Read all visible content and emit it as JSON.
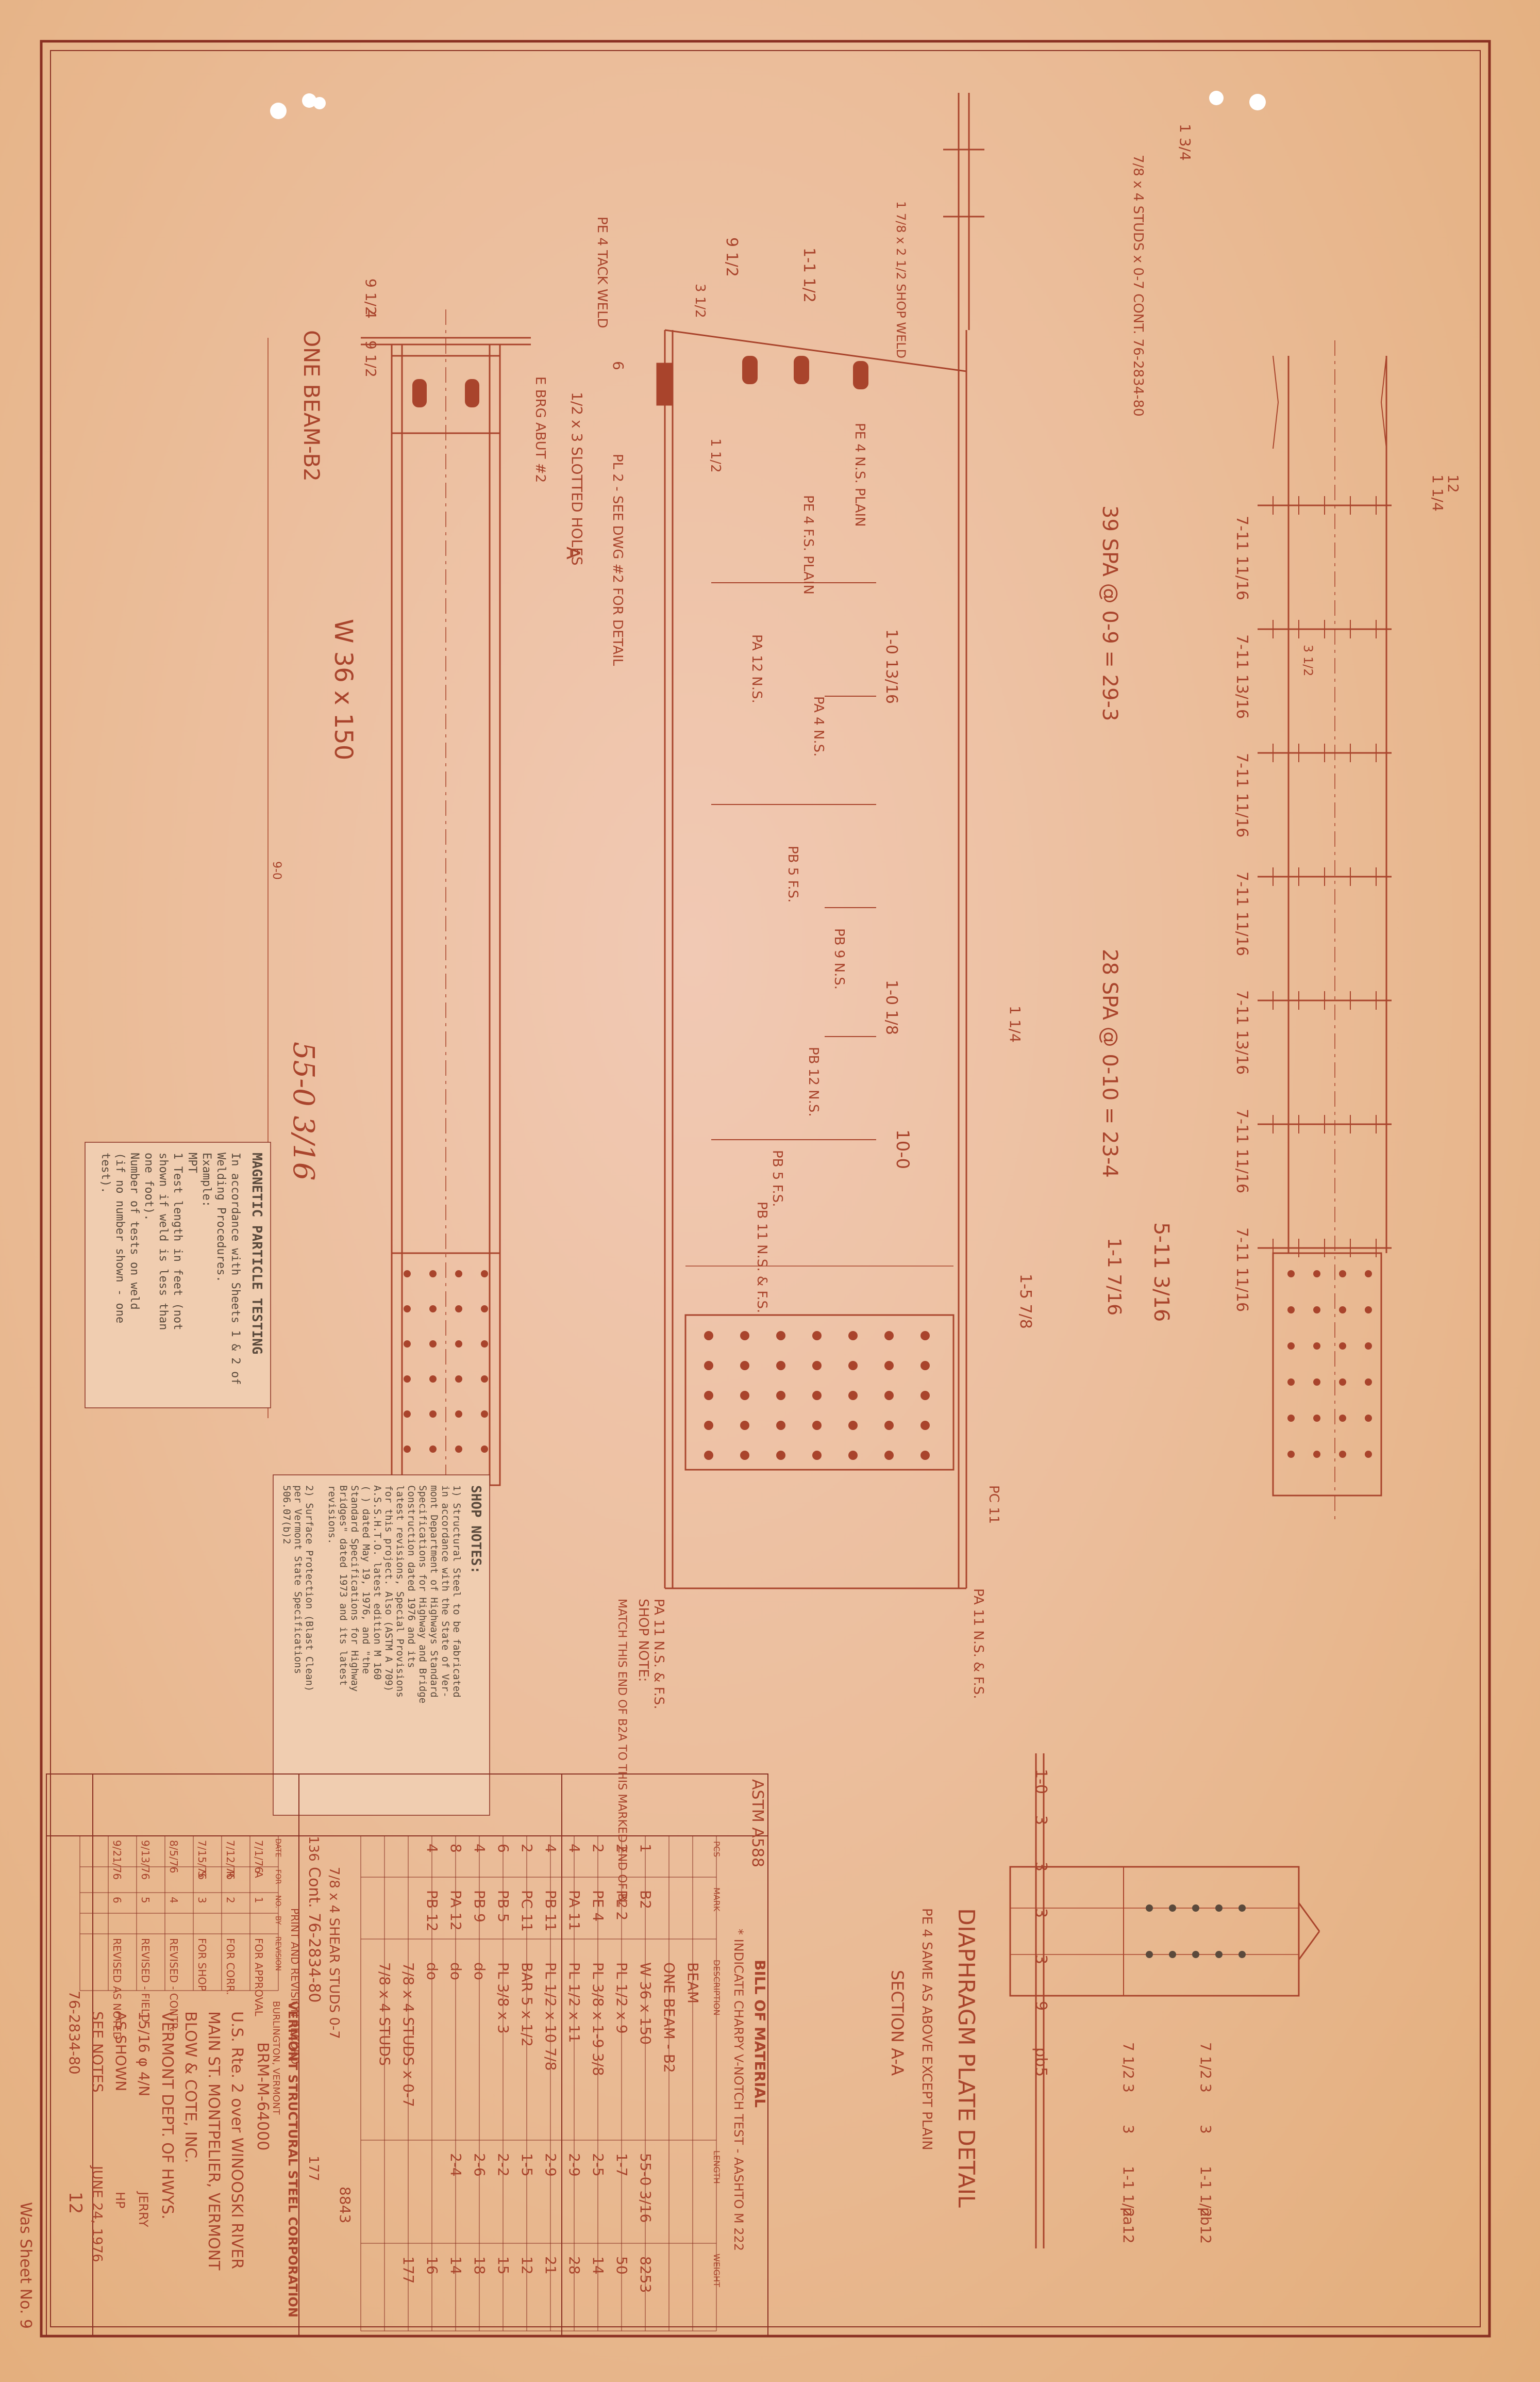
{
  "drawing": {
    "member": "ONE BEAM-B2",
    "section": "W 36 x 150",
    "overall_length": "55-0 3/16",
    "top_dims": [
      "9 1/2",
      "4",
      "9 1/2"
    ],
    "chunk_left": "1/2 x 3 SLOTTED HOLES",
    "dim_left": [
      "6",
      "1 3/4"
    ],
    "brg_note": "E BRG ABUT #2",
    "pl2_note": "PL 2 - SEE DWG #2 FOR DETAIL",
    "tack_weld": "PE 4 TACK WELD",
    "stud_note": "7/8 x 4 STUDS x 0-7 CONT. 76-2834-80",
    "stud_note2": "1 7/8 x 2 1/2 SHOP WELD",
    "dim_9half": "9 1/2",
    "dim_1_1half": "1-1 1/2",
    "dim_3half": "3 1/2",
    "dim_1half": "1 1/2",
    "pe4_ns": "PE 4 N.S. PLAIN",
    "pe4_fs": "PE 4 F.S. PLAIN",
    "section_a": "A",
    "spaces1": "39 SPA @ 0-9 = 29-3",
    "spaces2": "28 SPA @ 0-10 = 23-4",
    "dim_1_0_13": "1-0 13/16",
    "dim_1_0_18": "1-0 1/8",
    "dim_10_0": "10-0",
    "dim_1_1_7": "1-1 7/16",
    "dim_5_11": "5-11 3/16",
    "dim_1_5": "1-5 7/8",
    "dim_1_1_14": "1 1/4",
    "pa12_ns": "PA 12 N.S.",
    "pa4_ns": "PA 4 N.S.",
    "pb5_fs": "PB 5 F.S.",
    "pb9_ns": "PB 9 N.S.",
    "pb12_ns": "PB 12 N.S.",
    "pb5_ns": "PB 5 F.S.",
    "pb11": "PB 11 N.S. & F.S.",
    "pc11": "PC 11",
    "pa11": "PA 11 N.S. & F.S.",
    "pa11b": "PA 11 N.S. & F.S.",
    "panel_dims": [
      "7-11 11/16",
      "7-11 13/16",
      "7-11 11/16",
      "7-11 11/16",
      "7-11 13/16",
      "7-11 11/16",
      "7-11 11/16"
    ],
    "stiff_dim": "3 1/2",
    "shop_note_title": "SHOP NOTE:",
    "shop_note": "MATCH THIS END OF B2A TO THIS MARKED END OF B2",
    "diaphragm_title": "DIAPHRAGM PLATE DETAIL",
    "diaphragm_sub": "PE 4 SAME AS ABOVE EXCEPT PLAIN",
    "section_aa": "SECTION A-A",
    "diaphragm_dims": [
      "1-0",
      "3",
      "3",
      "3",
      "3",
      "9",
      "pb5"
    ],
    "diaphragm_dims2": [
      "7 1/2",
      "3",
      "3",
      "1-1 1/2",
      "pa12"
    ],
    "diaphragm_dims3": [
      "7 1/2",
      "3",
      "3",
      "1-1 1/2",
      "pb12"
    ],
    "scale_note": "9-0",
    "pen_notes": [
      "1 1/4",
      "12"
    ]
  },
  "mpt": {
    "title": "MAGNETIC PARTICLE TESTING",
    "lines": [
      "In accordance with Sheets 1 & 2 of",
      "Welding Procedures.",
      "Example:",
      "  MPT",
      "     1   Test length in feet (not",
      "        shown if weld is less than",
      "        one foot).",
      "   Number of tests on weld",
      "   (if no number shown - one",
      "   test)."
    ]
  },
  "shopnotes": {
    "title": "SHOP NOTES:",
    "lines": [
      "1) Structural Steel to be fabricated",
      "in accordance with the State of Ver-",
      "mont Department of Highways Standard",
      "Specifications for Highway and Bridge",
      "Construction dated 1976 and its",
      "latest revisions, Special Provisions",
      "for this project. Also (ASTM A 709)",
      "A.S.S.H.T.O. latest edition M 160",
      "( ) dated May 19, 1976, and \"the",
      "Standard Specifications for Highway",
      "Bridges\" dated 1973 and its latest",
      "revisions.",
      "",
      "2) Surface Protection (Blast Clean)",
      "per Vermont State Specifications",
      "506.07(b)2"
    ]
  },
  "bom": {
    "title": "BILL OF MATERIAL",
    "note": "* INDICATE CHARPY V-NOTCH TEST - AASHTO M 222",
    "astm": "ASTM A588",
    "headers": [
      "PCS",
      "MARK",
      "DESCRIPTION",
      "LENGTH",
      "WEIGHT"
    ],
    "rows": [
      [
        "",
        "",
        "BEAM",
        "",
        ""
      ],
      [
        "",
        "",
        "ONE BEAM - B2",
        "",
        ""
      ],
      [
        "1",
        "B2",
        "W 36 x 150",
        "55-0 3/16",
        "8253"
      ],
      [
        "2",
        "PL 2",
        "PL 1/2 x 9",
        "1-7",
        "50"
      ],
      [
        "2",
        "PE 4",
        "PL 3/8 x 1-9 3/8",
        "2-5",
        "14"
      ],
      [
        "4",
        "PA 11",
        "PL 1/2 x 11",
        "2-9",
        "28"
      ],
      [
        "4",
        "PB 11",
        "PL 1/2 x 10 7/8",
        "2-9",
        "21"
      ],
      [
        "2",
        "PC 11",
        "BAR 5 x 1/2",
        "1-5",
        "12"
      ],
      [
        "6",
        "PB 5",
        "PL 3/8 x 3",
        "2-2",
        "15"
      ],
      [
        "4",
        "PB 9",
        "do",
        "2-6",
        "18"
      ],
      [
        "8",
        "PA 12",
        "do",
        "2-4",
        "14"
      ],
      [
        "4",
        "PB 12",
        "do",
        "",
        "16"
      ],
      [
        "",
        "",
        "7/8 x 4 STUDS x 0-7",
        "",
        "177"
      ],
      [
        "",
        "",
        "7/8 x 4 STUDS",
        "",
        ""
      ]
    ],
    "total": "8843",
    "cont": "Cont. 76-2834-80",
    "cont2": "7/8 x 4 SHEAR STUDS 0-7",
    "qty": "136",
    "total_wt": "177"
  },
  "title_block": {
    "print_record": "PRINT AND REVISION RECORD",
    "print_headers": [
      "DATE",
      "FOR",
      "NO.",
      "BY",
      "REVISION"
    ],
    "print_rows": [
      [
        "7/1/76",
        "A",
        "1",
        "",
        "FOR APPROVAL"
      ],
      [
        "7/12/76",
        "R",
        "2",
        "",
        "FOR CORR."
      ],
      [
        "7/15/76",
        "S",
        "3",
        "",
        "FOR SHOP"
      ],
      [
        "8/5/76",
        "",
        "4",
        "",
        "REVISED - CONTR."
      ],
      [
        "9/13/76",
        "",
        "5",
        "",
        "REVISED - FIELD"
      ],
      [
        "9/21/76",
        "",
        "6",
        "",
        "REVISED AS NOTED"
      ]
    ],
    "company": "VERMONT STRUCTURAL STEEL CORPORATION",
    "company_loc": "BURLINGTON, VERMONT",
    "project": "U.S. Rte. 2 over WINOOSKI RIVER",
    "location": "MAIN ST. MONTPELIER, VERMONT",
    "customer": "BLOW & COTE, INC.",
    "architect": "VERMONT DEPT. OF HWYS.",
    "engineer": "",
    "holes": "15/16 φ 4/N",
    "bolts": "AS SHOWN",
    "paint": "SEE NOTES",
    "drawn_by": "JERRY",
    "checked_by": "HP",
    "date": "JUNE 24, 1976",
    "job_no": "76-2834-80",
    "sheet_no": "12",
    "drawing_no": "BRM-M-64000",
    "margin_note": "Was Sheet No. 9"
  },
  "punch": {
    "left_top": "1",
    "left_bot": "1"
  }
}
